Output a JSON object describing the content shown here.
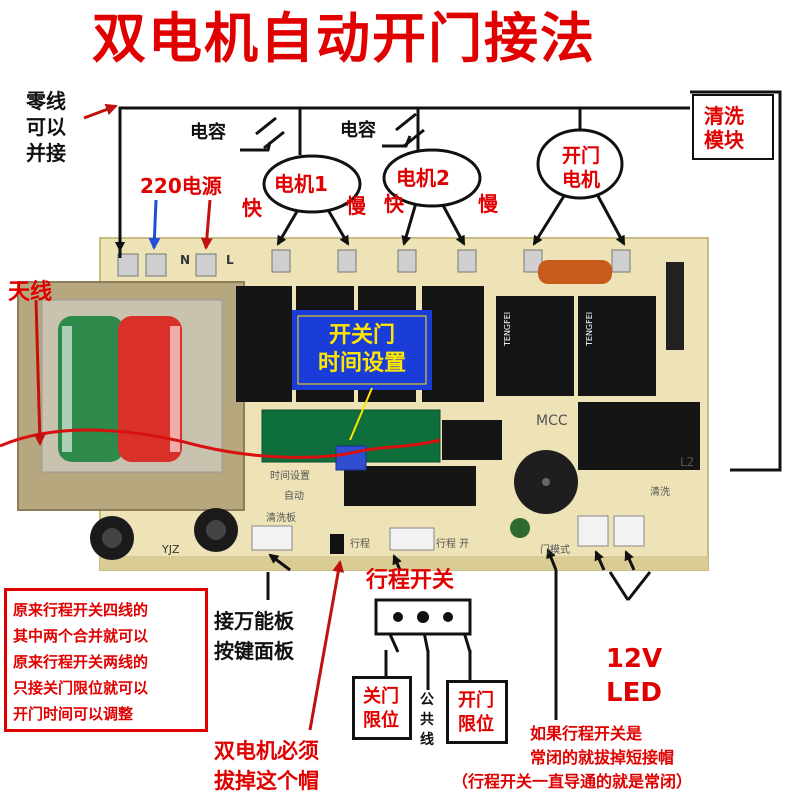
{
  "title": "双电机自动开门接法",
  "labels": {
    "neutral": [
      "零线",
      "可以",
      "并接"
    ],
    "power": "220电源",
    "antenna": "天线",
    "capacitor1": "电容",
    "capacitor2": "电容",
    "motor1": "电机1",
    "motor2": "电机2",
    "fast1": "快",
    "slow1": "慢",
    "fast2": "快",
    "slow2": "慢",
    "door_motor": [
      "开门",
      "电机"
    ],
    "cleaning_module": [
      "清洗",
      "模块"
    ],
    "time_setting": [
      "开关门",
      "时间设置"
    ],
    "limit_switch": "行程开关",
    "universal_board": [
      "接万能板",
      "按键面板"
    ],
    "close_limit": [
      "关门",
      "限位"
    ],
    "common": [
      "公",
      "共",
      "线"
    ],
    "open_limit": [
      "开门",
      "限位"
    ],
    "led": [
      "12V",
      "LED"
    ],
    "remove_cap": [
      "双电机必须",
      "拔掉这个帽"
    ],
    "nc_note": [
      "如果行程开关是",
      "常闭的就拔掉短接帽",
      "（行程开关一直导通的就是常闭）"
    ],
    "left_note": [
      "原来行程开关四线的",
      "其中两个合并就可以",
      "原来行程开关两线的",
      "只接关门限位就可以",
      "开门时间可以调整"
    ]
  },
  "pcb_text": {
    "n": "N",
    "l": "L",
    "time_set": "时间设置",
    "auto": "自动",
    "clean_board": "清洗板",
    "limit": "行程",
    "limit_open": "行程 开",
    "door_mode": "门模式",
    "clean": "清洗",
    "l2": "L2",
    "mcc": "MCC",
    "relay_brand": "TENGFEI",
    "model": "YJZ"
  },
  "colors": {
    "red": "#e00000",
    "blue": "#1f4fd8",
    "pcb": "#ede3b6",
    "relay": "#141414",
    "transformer_green": "#2d8a4a",
    "transformer_red": "#d9302a",
    "time_box_border": "#1a3cd8",
    "time_box_text": "#ffe600"
  }
}
